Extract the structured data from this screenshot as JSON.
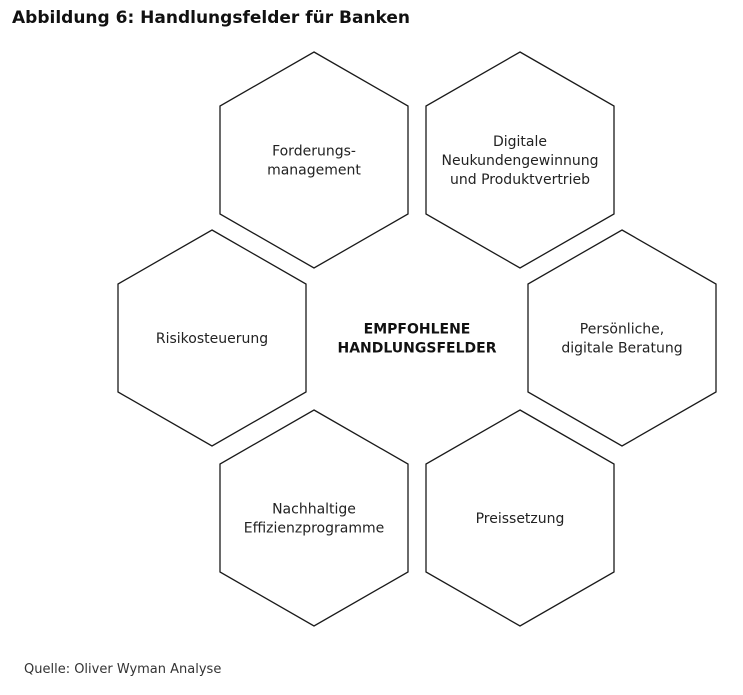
{
  "title": "Abbildung 6: Handlungsfelder für Banken",
  "center": {
    "lines": [
      "EMPFOHLENE",
      "HANDLUNGSFELDER"
    ]
  },
  "hexagons": [
    {
      "id": "forderungsmanagement",
      "lines": [
        "Forderungs-",
        "management"
      ]
    },
    {
      "id": "digitale-neukundengewinnung",
      "lines": [
        "Digitale",
        "Neukundengewinnung",
        "und Produktvertrieb"
      ]
    },
    {
      "id": "risikosteuerung",
      "lines": [
        "Risikosteuerung"
      ]
    },
    {
      "id": "persoenliche-beratung",
      "lines": [
        "Persönliche,",
        "digitale Beratung"
      ]
    },
    {
      "id": "nachhaltige-effizienzprogramme",
      "lines": [
        "Nachhaltige",
        "Effizienzprogramme"
      ]
    },
    {
      "id": "preissetzung",
      "lines": [
        "Preissetzung"
      ]
    }
  ],
  "source": "Quelle: Oliver Wyman Analyse"
}
